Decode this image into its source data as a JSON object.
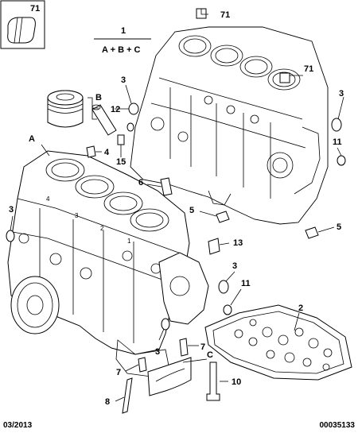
{
  "footer": {
    "date": "03/2013",
    "reference": "00035133"
  },
  "legend": {
    "number": "1",
    "formula": "A + B + C"
  },
  "inset_callout": "71",
  "callouts": {
    "c71_top": "71",
    "c71_right": "71",
    "c3_a": "3",
    "c3_b": "3",
    "c3_c": "3",
    "c3_d": "3",
    "c3_e": "3",
    "c12": "12",
    "c4": "4",
    "c15": "15",
    "c6": "6",
    "c5_a": "5",
    "c5_b": "5",
    "c11_a": "11",
    "c11_b": "11",
    "c13": "13",
    "c7_a": "7",
    "c7_b": "7",
    "c8": "8",
    "c10": "10",
    "c2": "2",
    "cA": "A",
    "cB": "B",
    "cC": "C"
  }
}
